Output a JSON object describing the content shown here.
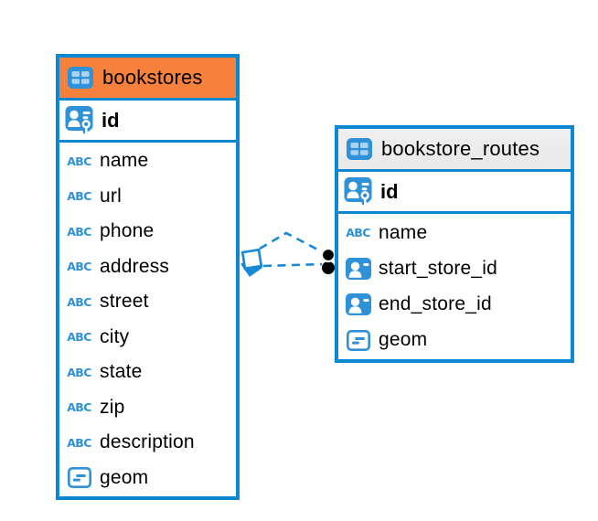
{
  "colors": {
    "accent_blue": "#0e87d3",
    "icon_blue": "#2f92d8",
    "orange_header": "#f6813d",
    "gray_header": "#e9e9e9",
    "relation_line_blue": "#1789d6",
    "endpoint_dot": "#000000"
  },
  "icons": {
    "text_type_label": "ABC",
    "table_icon": "table-grid",
    "primary_key_icon": "person-with-key",
    "reference_icon": "person-card",
    "geometry_icon": "box-with-lines"
  },
  "tables": [
    {
      "title": "bookstores",
      "header_style": "orange",
      "primary_key": {
        "name": "id"
      },
      "columns": [
        {
          "name": "name",
          "type": "text"
        },
        {
          "name": "url",
          "type": "text"
        },
        {
          "name": "phone",
          "type": "text"
        },
        {
          "name": "address",
          "type": "text"
        },
        {
          "name": "street",
          "type": "text"
        },
        {
          "name": "city",
          "type": "text"
        },
        {
          "name": "state",
          "type": "text"
        },
        {
          "name": "zip",
          "type": "text"
        },
        {
          "name": "description",
          "type": "text"
        },
        {
          "name": "geom",
          "type": "geometry"
        }
      ]
    },
    {
      "title": "bookstore_routes",
      "header_style": "gray",
      "primary_key": {
        "name": "id"
      },
      "columns": [
        {
          "name": "name",
          "type": "text"
        },
        {
          "name": "start_store_id",
          "type": "reference"
        },
        {
          "name": "end_store_id",
          "type": "reference"
        },
        {
          "name": "geom",
          "type": "geometry"
        }
      ]
    }
  ],
  "relationship": {
    "from_table": "bookstores",
    "to_table": "bookstore_routes",
    "line_style": "dashed",
    "line_count": 2,
    "source_marker": "stacked-diamonds",
    "target_marker": "two-black-dots"
  }
}
